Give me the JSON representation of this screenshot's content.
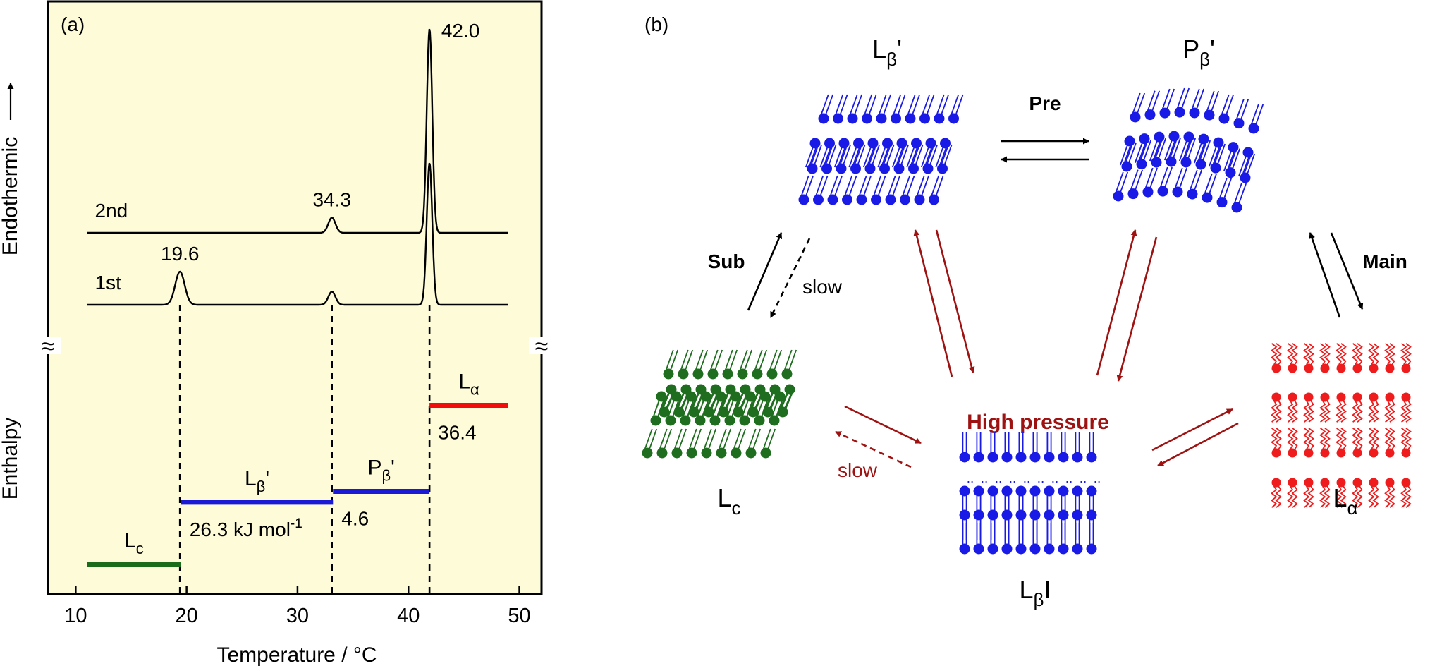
{
  "chart_data": [
    {
      "type": "line",
      "panel": "(a)",
      "xlabel": "Temperature / °C",
      "ylabel_top": "Endothermic",
      "ylabel_bottom": "Enthalpy",
      "xlim": [
        7.5,
        52
      ],
      "xticks": [
        10,
        20,
        30,
        40,
        50
      ],
      "axis_break_symbol": "≈",
      "plot_background": "#fdfbd8",
      "dsc": {
        "series": [
          {
            "name": "2nd",
            "baseline": 0.0,
            "x_range": [
              11,
              49
            ],
            "label_x": 13,
            "peaks": [
              {
                "x": 33.1,
                "height": 0.22,
                "width": 0.45,
                "label": "34.3"
              },
              {
                "x": 41.9,
                "height": 2.95,
                "width": 0.35,
                "label": "42.0"
              }
            ]
          },
          {
            "name": "1st",
            "baseline": 0.0,
            "x_range": [
              11,
              49
            ],
            "label_x": 13,
            "peaks": [
              {
                "x": 19.4,
                "height": 0.48,
                "width": 0.6,
                "label": "19.6"
              },
              {
                "x": 33.1,
                "height": 0.19,
                "width": 0.45
              },
              {
                "x": 41.9,
                "height": 2.05,
                "width": 0.35
              }
            ]
          }
        ],
        "transition_temperatures": [
          19.4,
          33.1,
          41.9
        ]
      },
      "enthalpy_levels": [
        {
          "phase_base": "L",
          "phase_sub": "c",
          "phase_prime": "",
          "x": [
            11,
            19.5
          ],
          "level": 0,
          "color": "#1a6b1a"
        },
        {
          "phase_base": "L",
          "phase_sub": "β",
          "phase_prime": "'",
          "x": [
            19.5,
            33.2
          ],
          "level": 26.3,
          "color": "#1a1ad6",
          "step_label": "26.3 kJ mol",
          "step_sup": "-1"
        },
        {
          "phase_base": "P",
          "phase_sub": "β",
          "phase_prime": "'",
          "x": [
            33.2,
            41.9
          ],
          "level": 30.9,
          "color": "#1a1ad6",
          "step_label": "4.6"
        },
        {
          "phase_base": "L",
          "phase_sub": "α",
          "phase_prime": "",
          "x": [
            41.9,
            49
          ],
          "level": 67.3,
          "color": "#f20d0d",
          "step_label": "36.4"
        }
      ]
    },
    {
      "type": "diagram",
      "panel": "(b)",
      "phases": [
        {
          "base": "L",
          "sub": "β",
          "tail": "'",
          "color": "#1a1ae6",
          "style": "tilted"
        },
        {
          "base": "P",
          "sub": "β",
          "tail": "'",
          "color": "#1a1ae6",
          "style": "rippled"
        },
        {
          "base": "L",
          "sub": "c",
          "tail": "",
          "color": "#1f6e1f",
          "style": "crystal"
        },
        {
          "base": "L",
          "sub": "β",
          "tail": "I",
          "color": "#1a1ae6",
          "style": "interdigitated"
        },
        {
          "base": "L",
          "sub": "α",
          "tail": "",
          "color": "#ee1c1c",
          "style": "fluid"
        }
      ],
      "transitions": [
        {
          "label": "Pre",
          "color": "#000000"
        },
        {
          "label": "Sub",
          "color": "#000000",
          "note": "slow"
        },
        {
          "label": "Main",
          "color": "#000000"
        },
        {
          "label": "High pressure",
          "color": "#9e1212",
          "note": "slow"
        }
      ]
    }
  ]
}
